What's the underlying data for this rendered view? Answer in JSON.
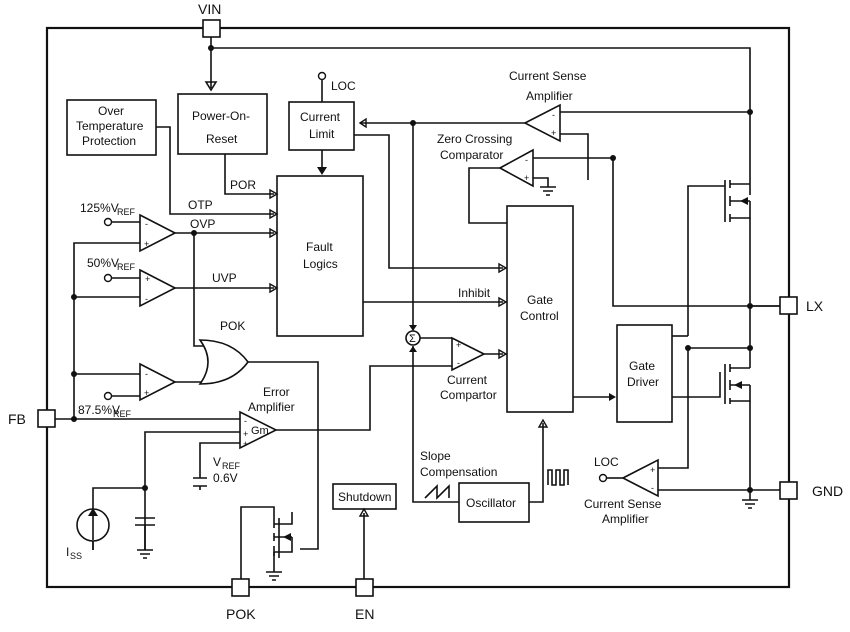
{
  "pins": {
    "vin": "VIN",
    "lx": "LX",
    "gnd": "GND",
    "fb": "FB",
    "pok": "POK",
    "en": "EN"
  },
  "blocks": {
    "over_temp": [
      "Over",
      "Temperature",
      "Protection"
    ],
    "power_on_reset": [
      "Power-On-",
      "Reset"
    ],
    "current_limit": [
      "Current",
      "Limit"
    ],
    "fault_logics": [
      "Fault",
      "Logics"
    ],
    "gate_control": [
      "Gate",
      "Control"
    ],
    "gate_driver": [
      "Gate",
      "Driver"
    ],
    "oscillator": "Oscillator",
    "shutdown": "Shutdown"
  },
  "labels": {
    "loc_top": "LOC",
    "loc_bottom": "LOC",
    "current_sense_amp_top": [
      "Current Sense",
      "Amplifier"
    ],
    "current_sense_amp_bottom": [
      "Current Sense",
      "Amplifier"
    ],
    "zero_crossing": [
      "Zero Crossing",
      "Comparator"
    ],
    "error_amp": [
      "Error",
      "Amplifier"
    ],
    "gm": "Gm",
    "current_comparator": [
      "Current",
      "Compartor"
    ],
    "slope_comp": [
      "Slope",
      "Compensation"
    ],
    "vref_main": "V",
    "vref_sub": "REF",
    "vref_value": "0.6V",
    "ref125_main": "125%V",
    "ref50_main": "50%V",
    "ref875_main": "87.5%V",
    "ref_sub": "REF",
    "iss_main": "I",
    "iss_sub": "SS",
    "por": "POR",
    "otp": "OTP",
    "ovp": "OVP",
    "uvp": "UVP",
    "pok_gate": "POK",
    "inhibit": "Inhibit",
    "sigma": "Σ"
  }
}
